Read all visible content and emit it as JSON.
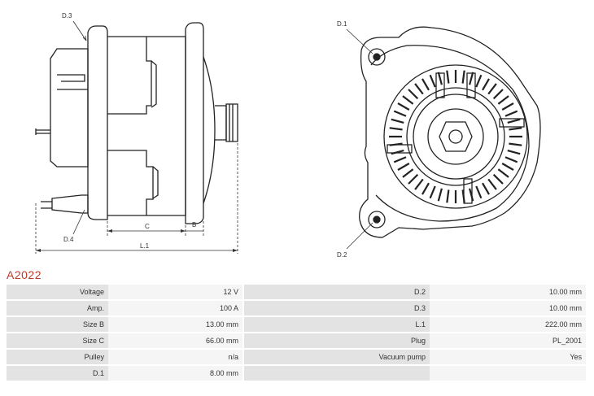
{
  "drawing": {
    "labels": {
      "d3": "D.3",
      "d4": "D.4",
      "c": "C",
      "b": "B",
      "l1": "L.1",
      "d1": "D.1",
      "d2": "D.2"
    }
  },
  "part_code": "A2022",
  "specs": {
    "rows": [
      {
        "k1": "Voltage",
        "v1": "12 V",
        "k2": "D.2",
        "v2": "10.00 mm"
      },
      {
        "k1": "Amp.",
        "v1": "100 A",
        "k2": "D.3",
        "v2": "10.00 mm"
      },
      {
        "k1": "Size B",
        "v1": "13.00 mm",
        "k2": "L.1",
        "v2": "222.00 mm"
      },
      {
        "k1": "Size C",
        "v1": "66.00 mm",
        "k2": "Plug",
        "v2": "PL_2001"
      },
      {
        "k1": "Pulley",
        "v1": "n/a",
        "k2": "Vacuum pump",
        "v2": "Yes"
      },
      {
        "k1": "D.1",
        "v1": "8.00 mm",
        "k2": "",
        "v2": ""
      }
    ]
  }
}
